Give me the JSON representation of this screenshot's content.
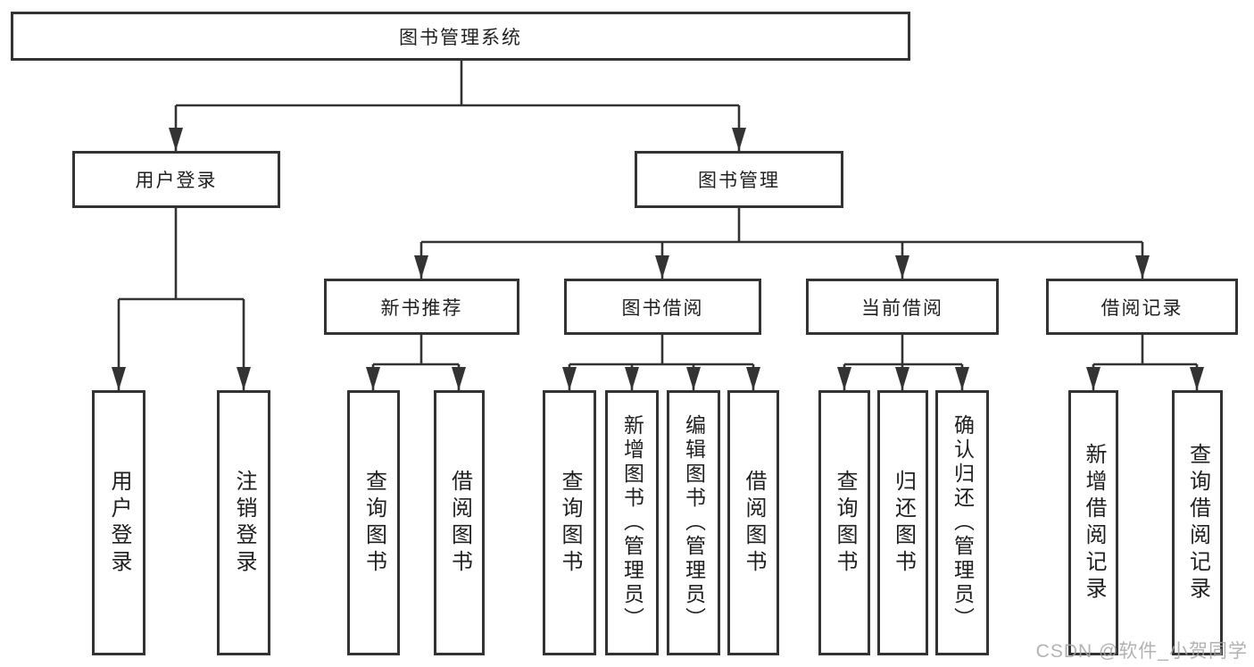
{
  "diagram": {
    "tree": {
      "root": "图书管理系统",
      "level2": [
        "用户登录",
        "图书管理"
      ],
      "level3": [
        "新书推荐",
        "图书借阅",
        "当前借阅",
        "借阅记录"
      ],
      "leaves": {
        "user_login": [
          "用户登录",
          "注销登录"
        ],
        "new_book_recommend": [
          "查询图书",
          "借阅图书"
        ],
        "book_borrow": [
          "查询图书",
          "新增图书（管理员）",
          "编辑图书（管理员）",
          "借阅图书"
        ],
        "current_borrow": [
          "查询图书",
          "归还图书",
          "确认归还（管理员）"
        ],
        "borrow_record": [
          "新增借阅记录",
          "查询借阅记录"
        ]
      }
    },
    "colors": {
      "border": "#333333",
      "line": "#333333",
      "text": "#1f1f1f",
      "background": "#ffffff"
    }
  },
  "watermark": {
    "text": "CSDN @软件_小贺同学",
    "color": "#a5a5a5"
  }
}
